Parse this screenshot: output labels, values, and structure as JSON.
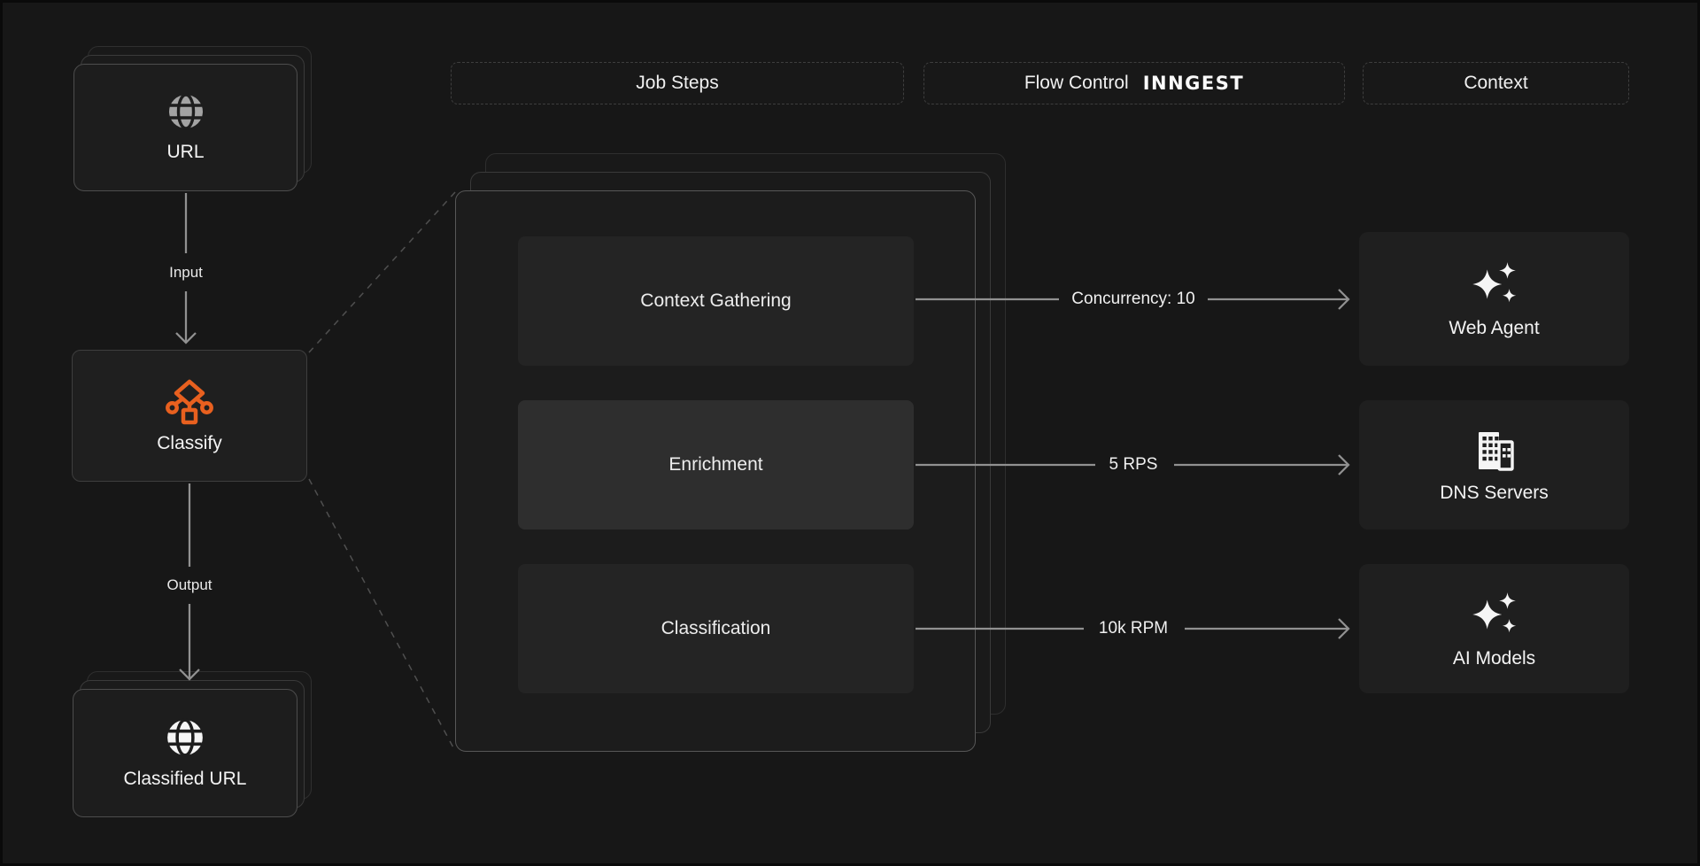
{
  "colors": {
    "accent_orange": "#e8601f",
    "arrow_gray": "#919191",
    "canvas_bg": "#171717"
  },
  "headers": {
    "job_steps": "Job Steps",
    "flow_control": "Flow Control",
    "flow_control_logo": "INNGEST",
    "context": "Context"
  },
  "left_flow": {
    "url_card": {
      "label": "URL",
      "icon": "globe"
    },
    "input_edge": {
      "label": "Input"
    },
    "classify_card": {
      "label": "Classify",
      "icon": "workflow-tree"
    },
    "output_edge": {
      "label": "Output"
    },
    "classified_card": {
      "label": "Classified URL",
      "icon": "globe"
    }
  },
  "job_steps": [
    {
      "label": "Context Gathering"
    },
    {
      "label": "Enrichment"
    },
    {
      "label": "Classification"
    }
  ],
  "flow_controls": [
    {
      "label": "Concurrency: 10"
    },
    {
      "label": "5 RPS"
    },
    {
      "label": "10k RPM"
    }
  ],
  "context_services": [
    {
      "label": "Web Agent",
      "icon": "sparkles"
    },
    {
      "label": "DNS Servers",
      "icon": "buildings"
    },
    {
      "label": "AI Models",
      "icon": "sparkles"
    }
  ]
}
